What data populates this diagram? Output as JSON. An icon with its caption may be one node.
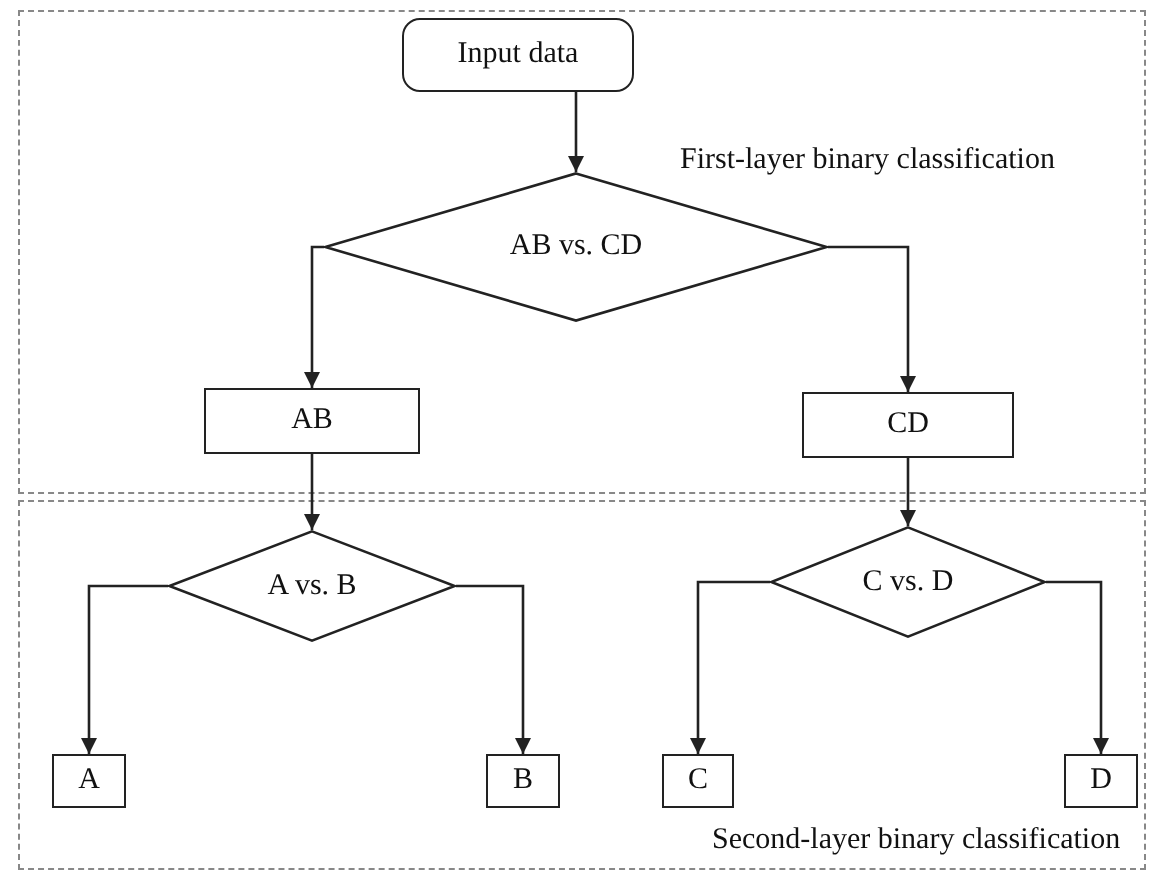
{
  "diagram": {
    "nodes": [
      {
        "text": [
          "First-layer binary classification"
        ]
      },
      {
        "text": [
          "Input data"
        ],
        "in": 0
      },
      {
        "text": [
          "AB vs. CD"
        ],
        "in": 0
      },
      {
        "text": [
          "AB"
        ],
        "in": 0
      },
      {
        "text": [
          "CD"
        ],
        "in": 0
      },
      {
        "text": [
          "Second-layer binary classification"
        ]
      },
      {
        "text": [
          "A vs. B"
        ],
        "in": 5
      },
      {
        "text": [
          "C vs. D"
        ],
        "in": 5
      },
      {
        "text": [
          "A"
        ],
        "in": 5
      },
      {
        "text": [
          "B"
        ],
        "in": 5
      },
      {
        "text": [
          "C"
        ],
        "in": 5
      },
      {
        "text": [
          "D"
        ],
        "in": 5
      }
    ],
    "edges": [
      {
        "from": 1,
        "to": 2,
        "arrow": "to"
      },
      {
        "from": 2,
        "to": 3,
        "arrow": "to"
      },
      {
        "from": 2,
        "to": 4,
        "arrow": "to"
      },
      {
        "from": 3,
        "to": 6,
        "arrow": "to"
      },
      {
        "from": 4,
        "to": 7,
        "arrow": "to"
      },
      {
        "from": 6,
        "to": 8,
        "arrow": "to"
      },
      {
        "from": 6,
        "to": 9,
        "arrow": "to"
      },
      {
        "from": 7,
        "to": 10,
        "arrow": "to"
      },
      {
        "from": 7,
        "to": 11,
        "arrow": "to"
      }
    ]
  }
}
